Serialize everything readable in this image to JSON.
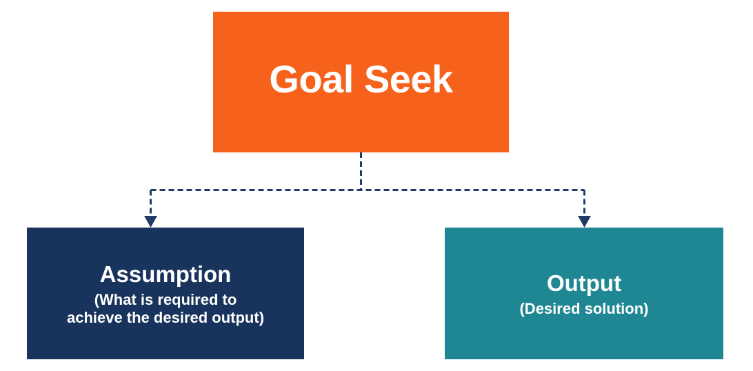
{
  "diagram": {
    "root": {
      "label": "Goal Seek"
    },
    "children": [
      {
        "title": "Assumption",
        "subtitle_lines": [
          "(What is required to",
          "achieve the desired output)"
        ]
      },
      {
        "title": "Output",
        "subtitle_lines": [
          "(Desired solution)"
        ]
      }
    ]
  },
  "colors": {
    "orange": "#F6621C",
    "navy": "#19345C",
    "teal": "#1F8793",
    "line": "#1F3B68",
    "background": "#FFFFFF",
    "box_text": "#FFFFFF"
  }
}
